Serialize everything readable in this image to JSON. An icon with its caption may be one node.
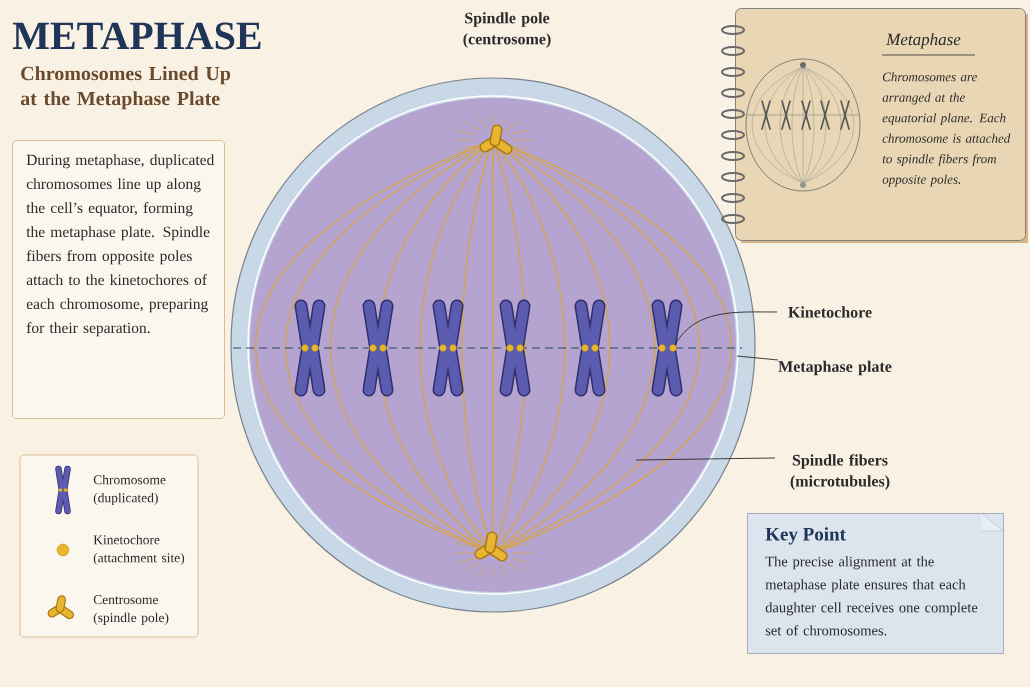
{
  "diagram": {
    "title": "METAPHASE",
    "nodes": [
      {
        "text": [
          "During metaphase, duplicated chromosomes line up along the cell’s equator, forming the metaphase plate. Spindle fibers from opposite poles attach to the kinetochores of each chromosome, preparing for their separation."
        ]
      },
      {
        "text": [
          "Key Point",
          "The precise alignment at the metaphase plate ensures that each daughter cell receives one complete set of chromosomes."
        ]
      },
      {
        "text": [
          "Metaphase",
          "Chromosomes are arranged at the equatorial plane. Each chromosome is attached to spindle fibers from opposite poles."
        ]
      },
      {
        "text": [
          "Kinetochore"
        ]
      },
      {
        "text": [],
        "shape": "circle"
      },
      {
        "text": [
          "Metaphase plate"
        ]
      },
      {
        "text": [
          "Spindle fibers (microtubules)"
        ]
      }
    ],
    "edges": [
      {
        "from": 3,
        "to": 4,
        "arrow": "none"
      },
      {
        "from": 5,
        "to": null,
        "arrow": "none"
      },
      {
        "from": 6,
        "to": null,
        "arrow": "none"
      }
    ],
    "labels": [
      "Chromosomes Lined Up at the Metaphase Plate",
      "Spindle pole (centrosome)"
    ],
    "legend": [
      {
        "text": "Chromosome (duplicated)"
      },
      {
        "text": "Kinetochore (attachment site)"
      },
      {
        "text": "Centrosome (spindle pole)"
      }
    ]
  }
}
